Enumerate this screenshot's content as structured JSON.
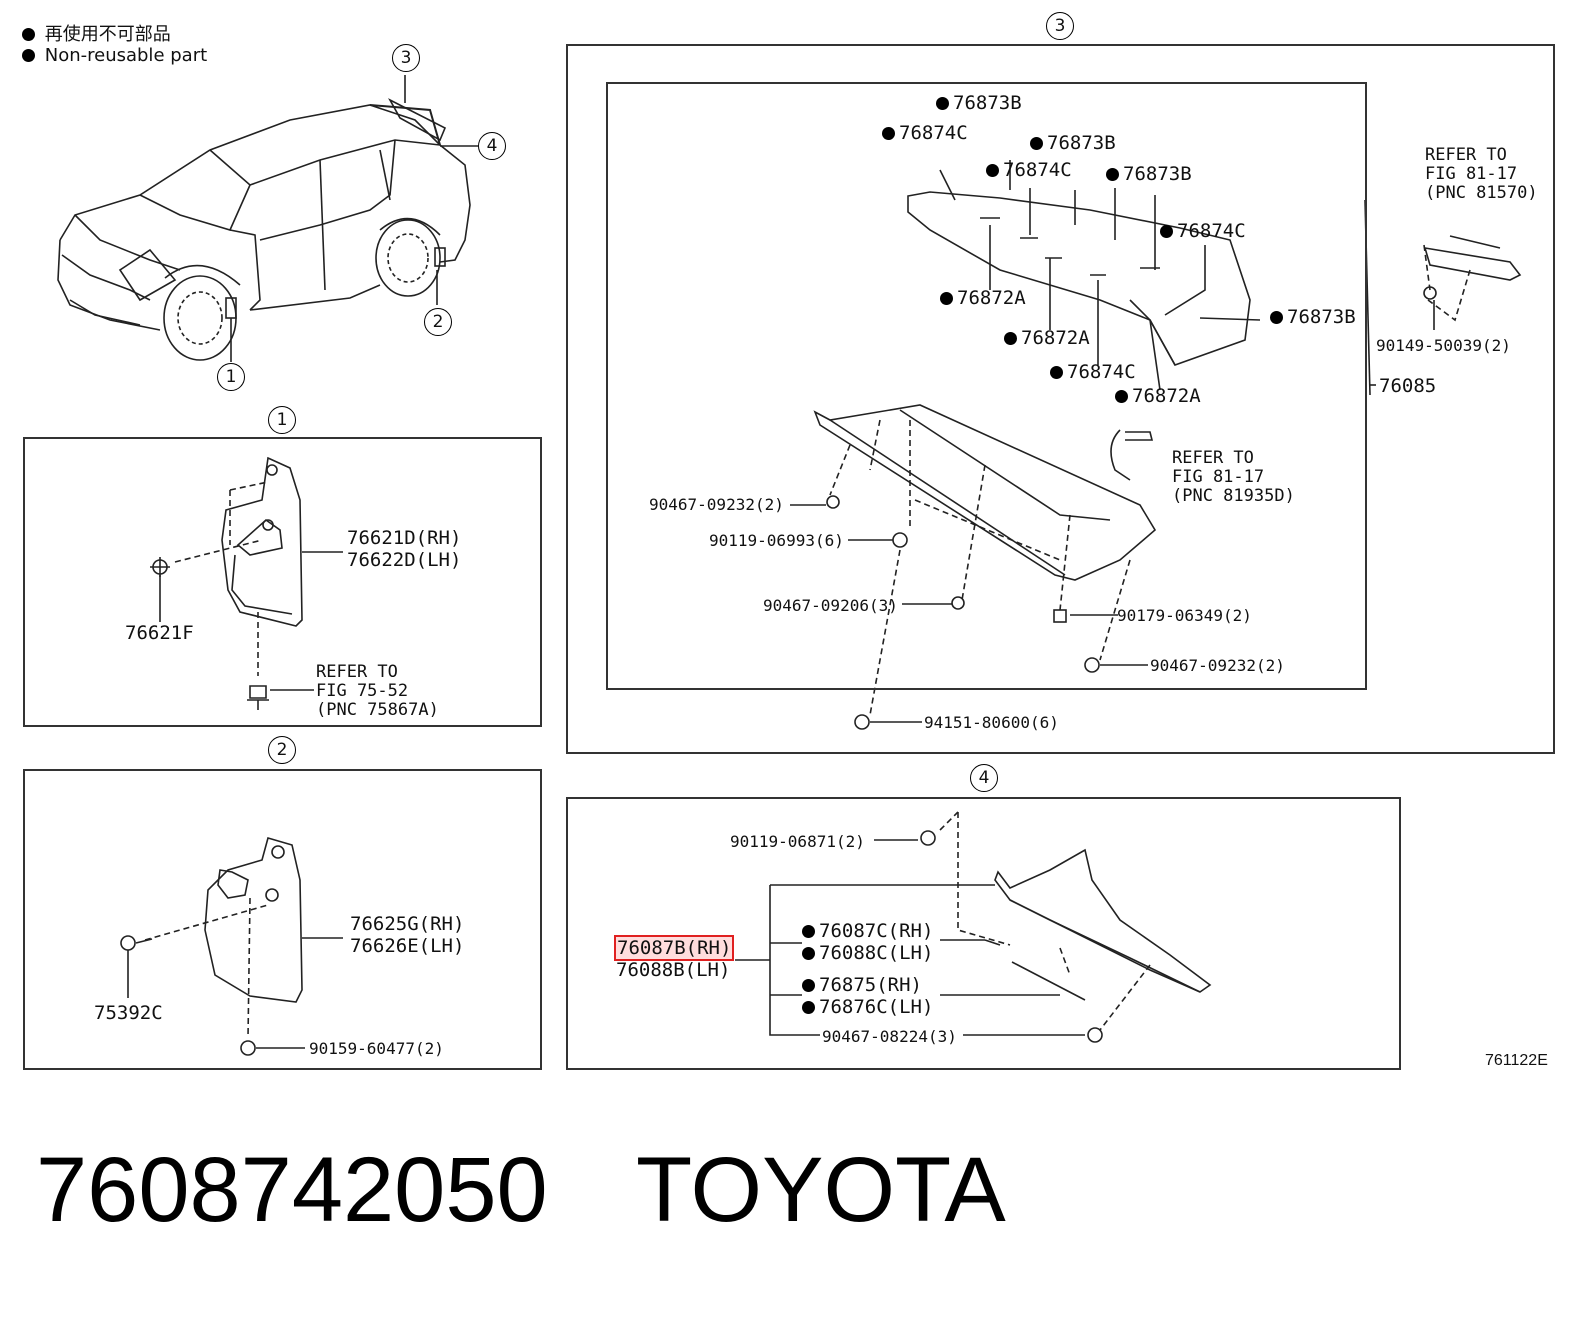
{
  "legend": {
    "zh": "再使用不可部品",
    "en": "Non-reusable part"
  },
  "circles": {
    "c1": "1",
    "c2": "2",
    "c3": "3",
    "c4": "4"
  },
  "overview": {
    "callouts": [
      "3",
      "4",
      "2",
      "1"
    ]
  },
  "panel1": {
    "badge": "1",
    "labels": {
      "rh": "76621D(RH)",
      "lh": "76622D(LH)",
      "screw": "76621F",
      "ref1": "REFER TO",
      "ref2": "FIG 75-52",
      "ref3": "(PNC 75867A)"
    }
  },
  "panel2": {
    "badge": "2",
    "labels": {
      "rh": "76625G(RH)",
      "lh": "76626E(LH)",
      "screw": "75392C",
      "clip": "90159-60477(2)"
    }
  },
  "panel3": {
    "badge": "3",
    "labels": {
      "l1": "76873B",
      "l2": "76874C",
      "l3": "76873B",
      "l4": "76874C",
      "l5": "76873B",
      "l6": "76874C",
      "l7": "76872A",
      "l8": "76873B",
      "l9": "76872A",
      "l10": "76874C",
      "l11": "76872A",
      "assy": "76085",
      "ref_a1": "REFER TO",
      "ref_a2": "FIG 81-17",
      "ref_a3": "(PNC 81570)",
      "bolt": "90149-50039(2)",
      "ref_b1": "REFER TO",
      "ref_b2": "FIG 81-17",
      "ref_b3": "(PNC 81935D)",
      "p1": "90467-09232(2)",
      "p2": "90119-06993(6)",
      "p3": "90467-09206(3)",
      "p4": "90179-06349(2)",
      "p5": "90467-09232(2)",
      "p6": "94151-80600(6)"
    }
  },
  "panel4": {
    "badge": "4",
    "labels": {
      "screw": "90119-06871(2)",
      "main_rh": "76087B(RH)",
      "main_lh": "76088B(LH)",
      "c_rh": "76087C(RH)",
      "c_lh": "76088C(LH)",
      "d_rh": "76875(RH)",
      "d_lh": "76876C(LH)",
      "clip": "90467-08224(3)"
    }
  },
  "figure_code": "761122E",
  "footer": {
    "part_number": "7608742050",
    "brand": "TOYOTA"
  }
}
